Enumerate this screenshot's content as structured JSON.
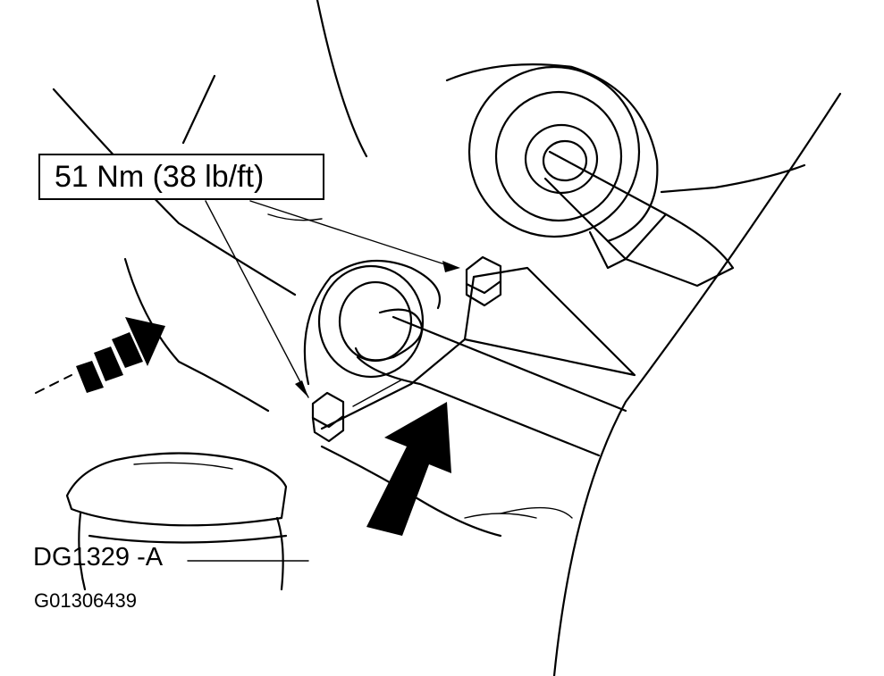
{
  "callout": {
    "torque_label": "51 Nm (38 lb/ft)"
  },
  "figure": {
    "code": "DG1329 -A",
    "image_id": "G01306439"
  }
}
